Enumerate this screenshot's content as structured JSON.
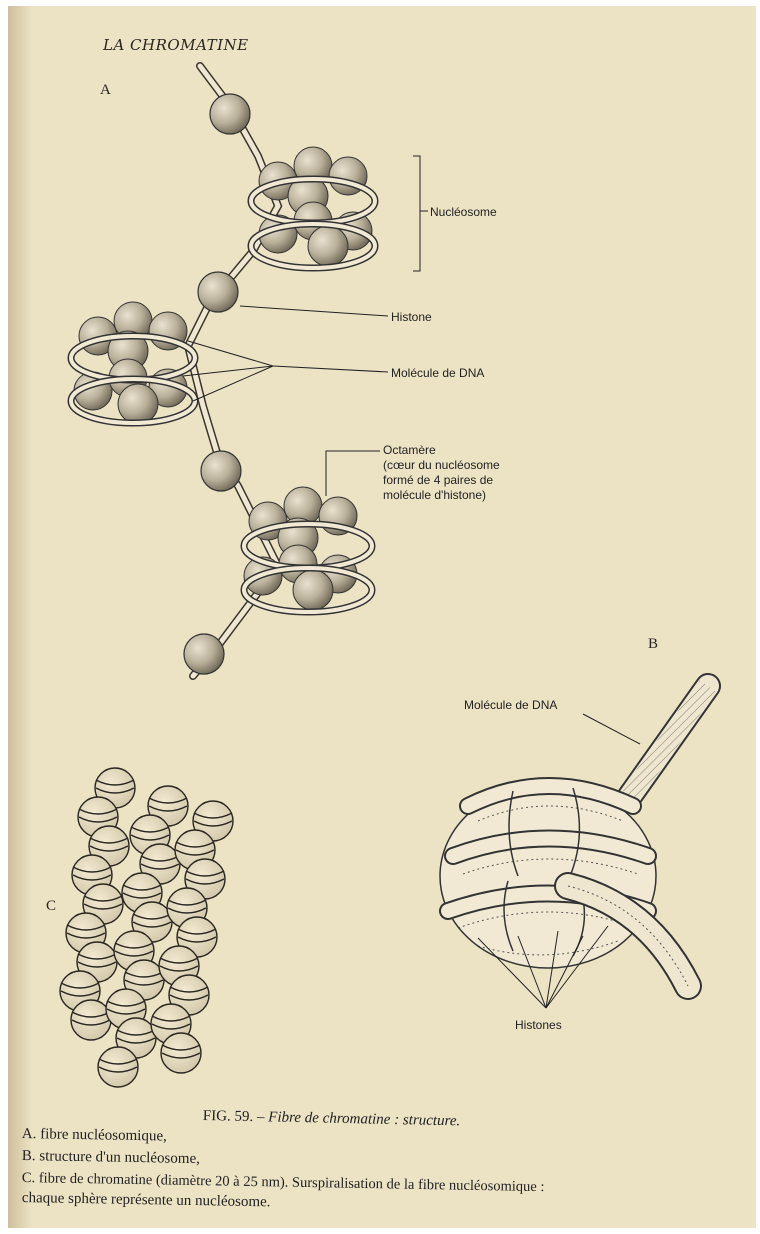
{
  "running_head": "LA CHROMATINE",
  "panels": {
    "a": "A",
    "b": "B",
    "c": "C"
  },
  "labels": {
    "nucleosome": "Nucléosome",
    "histone": "Histone",
    "dna_a": "Molécule  de  DNA",
    "octamer_1": "Octamère",
    "octamer_2": "(cœur du nucléosome",
    "octamer_3": "formé  de  4 paires de",
    "octamer_4": "molécule  d'histone)",
    "dna_b": "Molécule de DNA",
    "histones": "Histones"
  },
  "caption": {
    "fig": "FIG. 59. –",
    "title": "Fibre de chromatine : structure.",
    "a": "A. fibre nucléosomique,",
    "b": "B. structure d'un nucléosome,",
    "c1": "C. fibre de chromatine (diamètre 20 à 25 nm). Surspiralisation de la fibre nucléosomique :",
    "c2": "chaque sphère représente un nucléosome."
  },
  "colors": {
    "paper": "#ece2c4",
    "ink": "#222222",
    "sphere": "#b9b09a"
  }
}
